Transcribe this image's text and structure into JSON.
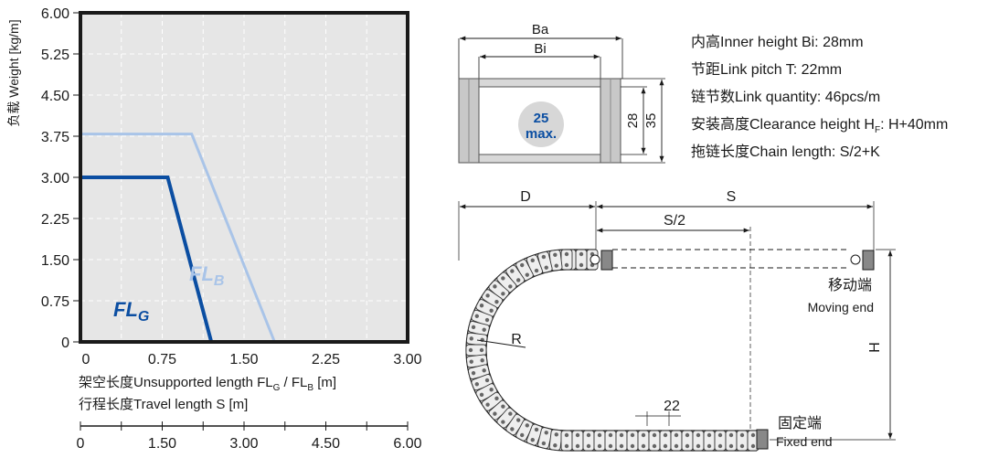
{
  "chart_data": {
    "type": "line",
    "ylabel": "负载 Weight  [kg/m]",
    "y_ticks": [
      "6.00",
      "5.25",
      "4.50",
      "3.75",
      "3.00",
      "2.25",
      "1.50",
      "0.75",
      "0"
    ],
    "x_ticks_top": [
      "0",
      "0.75",
      "1.50",
      "2.25",
      "3.00"
    ],
    "x_ticks_bottom": [
      "0",
      "1.50",
      "3.00",
      "4.50",
      "6.00"
    ],
    "xlabel_1": "架空长度Unsupported length FL",
    "xlabel_1_sub_g": "G",
    "xlabel_1_mid": " / FL",
    "xlabel_1_sub_b": "B",
    "xlabel_1_end": " [m]",
    "xlabel_2": "行程长度Travel length S [m]",
    "xlim": [
      0,
      3.0
    ],
    "ylim": [
      0,
      6.0
    ],
    "grid": true,
    "series": [
      {
        "name": "FLB",
        "label_main": "FL",
        "label_sub": "B",
        "color": "#a9c4e8",
        "x": [
          0,
          1.02,
          1.78
        ],
        "y": [
          3.79,
          3.79,
          0
        ]
      },
      {
        "name": "FLG",
        "label_main": "FL",
        "label_sub": "G",
        "color": "#0b4ea2",
        "x": [
          0,
          0.8,
          1.2
        ],
        "y": [
          3.0,
          3.0,
          0
        ]
      }
    ]
  },
  "cross_section": {
    "ba_label": "Ba",
    "bi_label": "Bi",
    "dim_28": "28",
    "dim_35": "35",
    "badge_num": "25",
    "badge_text": "max."
  },
  "specs": [
    {
      "text": "内高Inner height Bi:  28mm"
    },
    {
      "text": "节距Link pitch T:  22mm"
    },
    {
      "text": "链节数Link quantity:  46pcs/m"
    },
    {
      "pre": "安装高度Clearance height H",
      "sub": "F",
      "post": ":  H+40mm"
    },
    {
      "text": "拖链长度Chain length:  S/2+K"
    }
  ],
  "layout_diagram": {
    "d_label": "D",
    "s_label": "S",
    "s2_label": "S/2",
    "r_label": "R",
    "h_label": "H",
    "pitch_label": "22",
    "moving_cn": "移动端",
    "moving_en": "Moving end",
    "fixed_cn": "固定端",
    "fixed_en": "Fixed end"
  },
  "colors": {
    "plot_bg": "#e6e6e6",
    "frame": "#1a1a1a",
    "flb": "#a9c4e8",
    "flg": "#0b4ea2",
    "badge": "#d7d7d7",
    "badge_text": "#0b4ea2"
  }
}
